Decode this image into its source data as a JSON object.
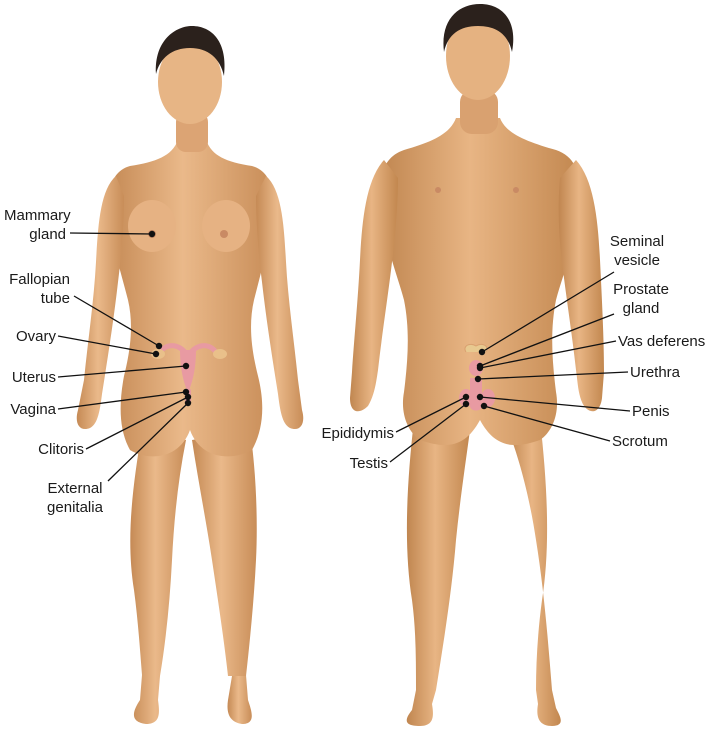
{
  "colors": {
    "skin_light": "#e9b88a",
    "skin_mid": "#d49a66",
    "skin_dark": "#b87a48",
    "hair": "#2b211c",
    "organ_pink": "#e89aa2",
    "leader_line": "#111111"
  },
  "female": {
    "labels": {
      "mammary_gland": "Mammary\ngland",
      "fallopian_tube": "Fallopian\ntube",
      "ovary": "Ovary",
      "uterus": "Uterus",
      "vagina": "Vagina",
      "clitoris": "Clitoris",
      "external_genitalia": "External\ngenitalia"
    }
  },
  "male": {
    "labels": {
      "seminal_vesicle": "Seminal\nvesicle",
      "prostate_gland": "Prostate\ngland",
      "vas_deferens": "Vas deferens",
      "urethra": "Urethra",
      "epididymis": "Epididymis",
      "penis": "Penis",
      "testis": "Testis",
      "scrotum": "Scrotum"
    }
  }
}
